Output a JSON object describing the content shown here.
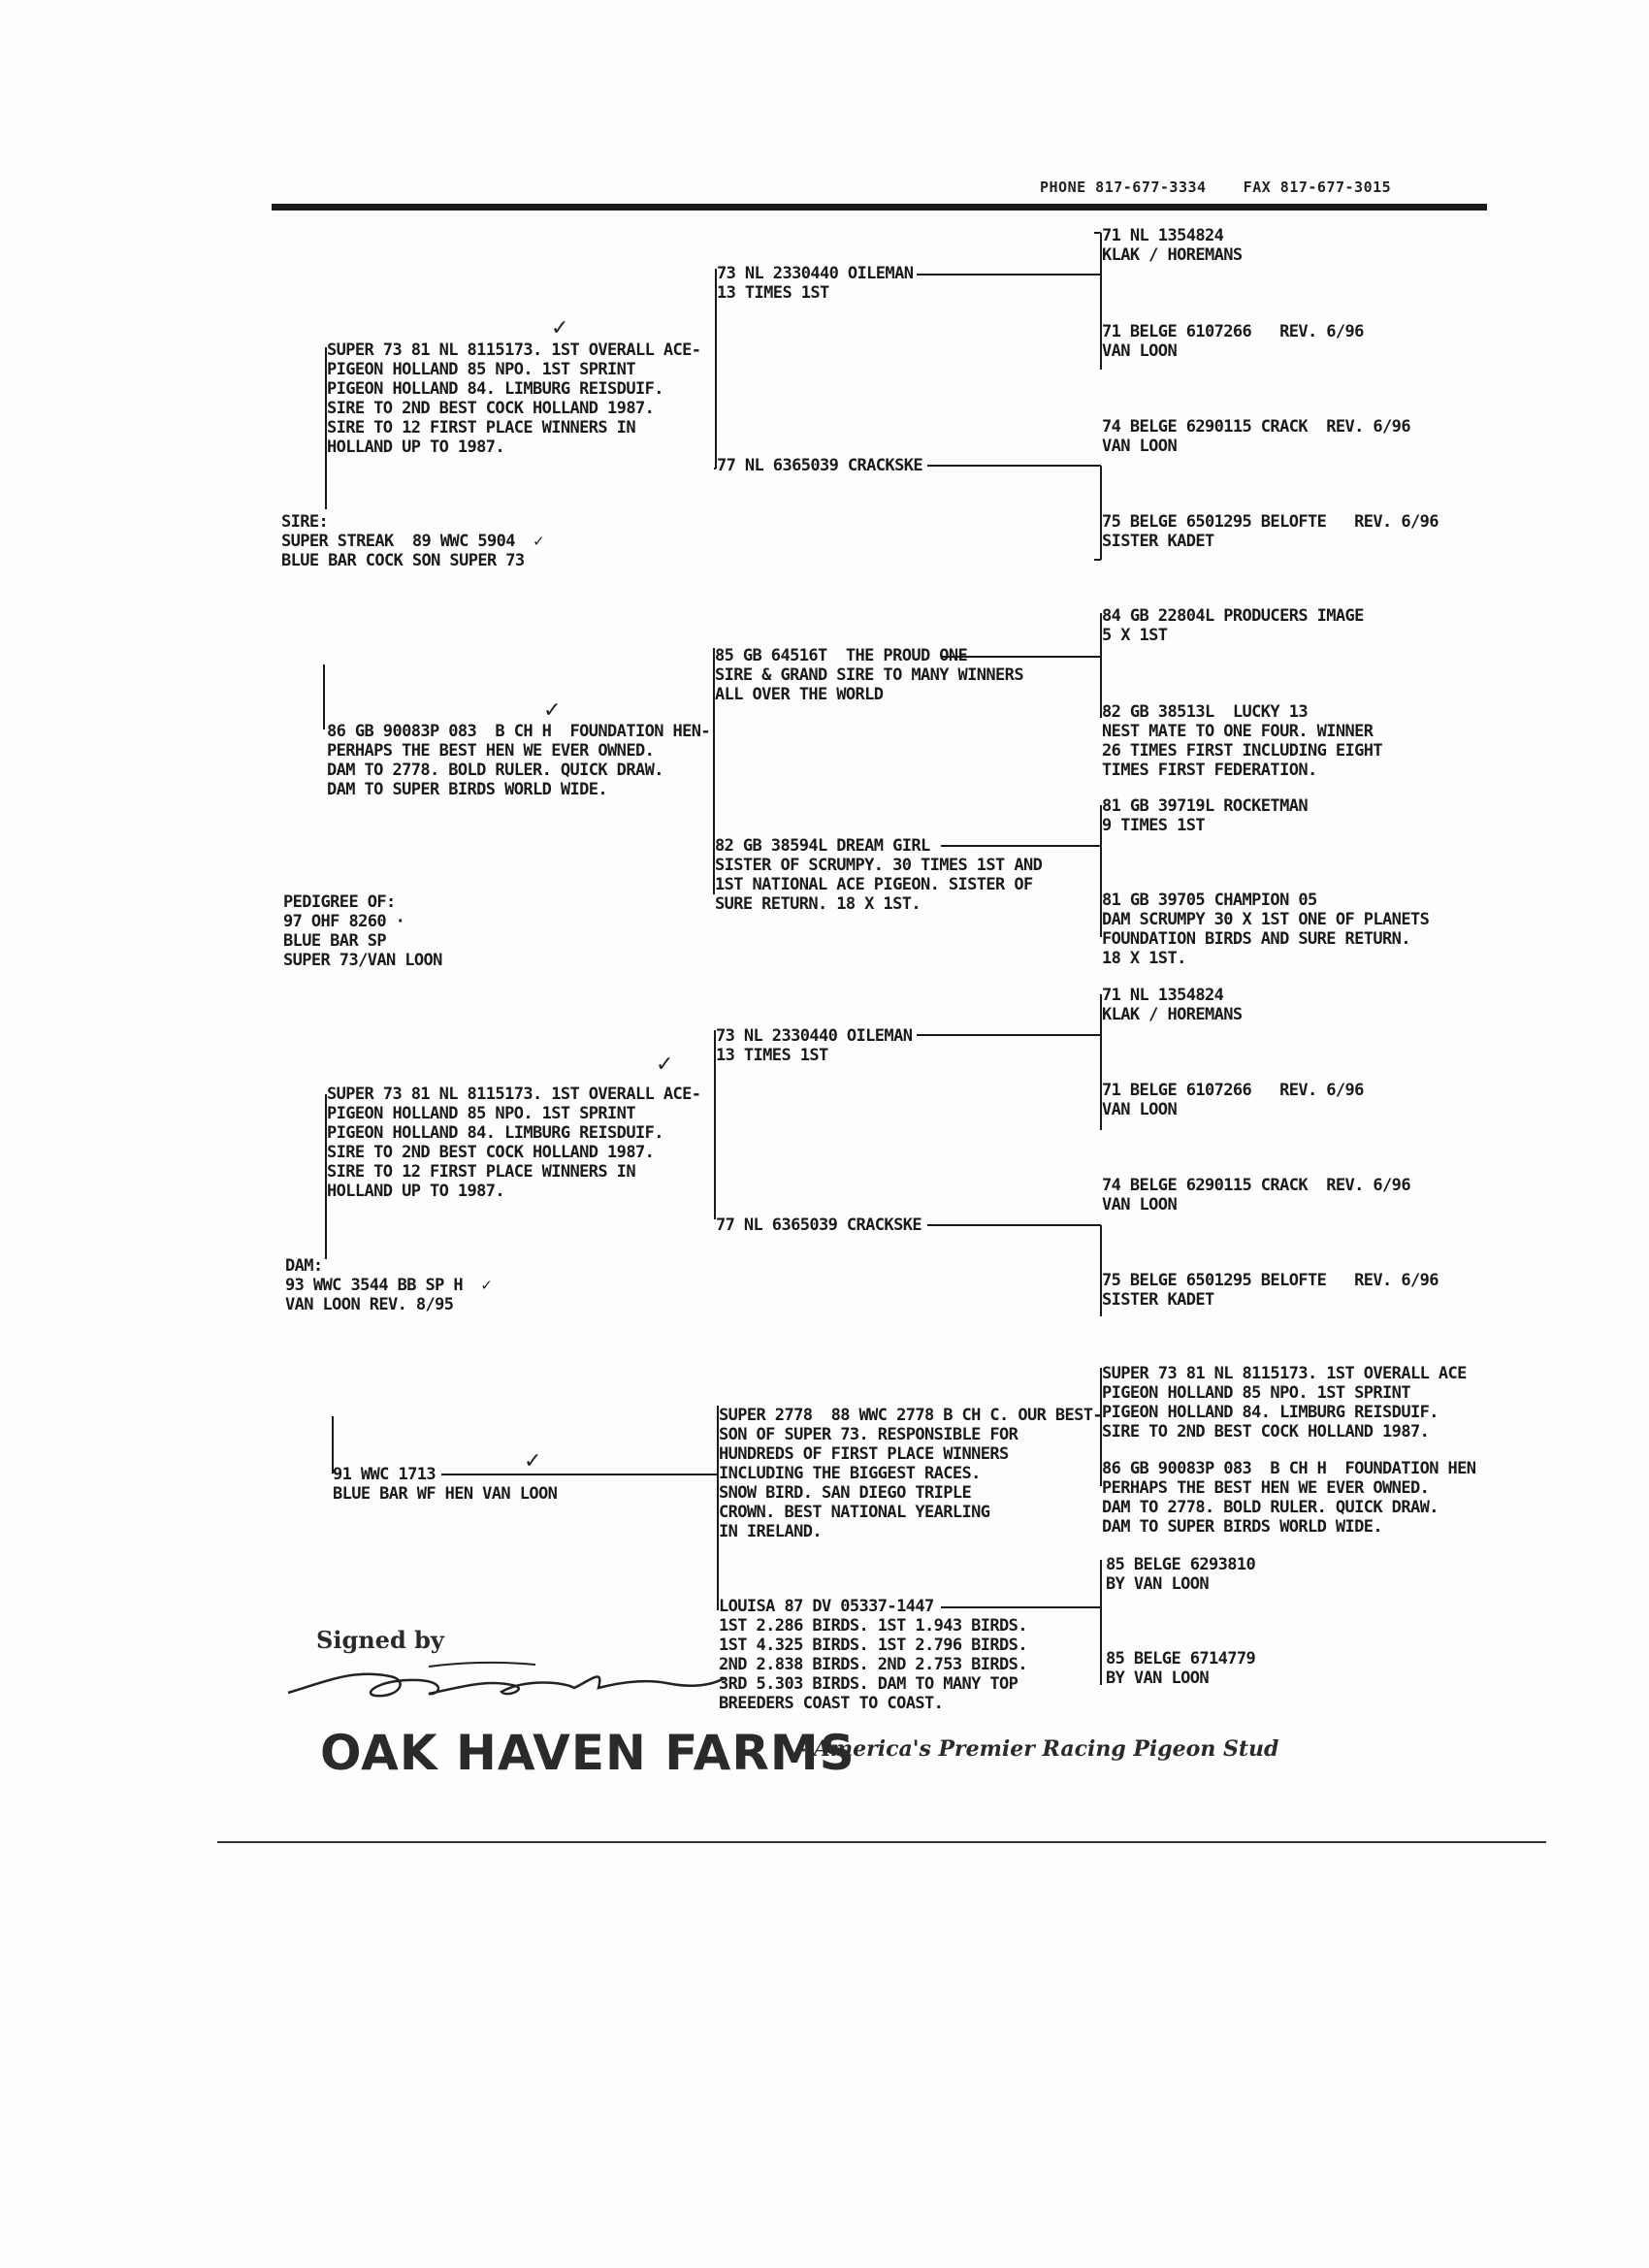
{
  "header": {
    "phone_fax": "PHONE 817-677-3334    FAX 817-677-3015"
  },
  "subject": {
    "label": "PEDIGREE OF:",
    "lines": "97 OHF 8260 ·\nBLUE BAR SP\nSUPER 73/VAN LOON"
  },
  "sire": {
    "label": "SIRE:",
    "lines": "SUPER STREAK  89 WWC 5904  ✓\nBLUE BAR COCK SON SUPER 73"
  },
  "dam": {
    "label": "DAM:",
    "lines": "93 WWC 3544 BB SP H  ✓\nVAN LOON REV. 8/95"
  },
  "sire_sire": "SUPER 73 81 NL 8115173. 1ST OVERALL ACE-\nPIGEON HOLLAND 85 NPO. 1ST SPRINT\nPIGEON HOLLAND 84. LIMBURG REISDUIF.\nSIRE TO 2ND BEST COCK HOLLAND 1987.\nSIRE TO 12 FIRST PLACE WINNERS IN\nHOLLAND UP TO 1987.",
  "sire_dam": "86 GB 90083P 083  B CH H  FOUNDATION HEN-\nPERHAPS THE BEST HEN WE EVER OWNED.\nDAM TO 2778. BOLD RULER. QUICK DRAW.\nDAM TO SUPER BIRDS WORLD WIDE.",
  "dam_sire": "SUPER 73 81 NL 8115173. 1ST OVERALL ACE-\nPIGEON HOLLAND 85 NPO. 1ST SPRINT\nPIGEON HOLLAND 84. LIMBURG REISDUIF.\nSIRE TO 2ND BEST COCK HOLLAND 1987.\nSIRE TO 12 FIRST PLACE WINNERS IN\nHOLLAND UP TO 1987.",
  "dam_dam": "91 WWC 1713\nBLUE BAR WF HEN VAN LOON",
  "gen3": {
    "ss_s": "73 NL 2330440 OILEMAN\n13 TIMES 1ST",
    "ss_d": "77 NL 6365039 CRACKSKE",
    "sd_s": "85 GB 64516T  THE PROUD ONE\nSIRE & GRAND SIRE TO MANY WINNERS\nALL OVER THE WORLD",
    "sd_d": "82 GB 38594L DREAM GIRL\nSISTER OF SCRUMPY. 30 TIMES 1ST AND\n1ST NATIONAL ACE PIGEON. SISTER OF\nSURE RETURN. 18 X 1ST.",
    "ds_s": "73 NL 2330440 OILEMAN\n13 TIMES 1ST",
    "ds_d": "77 NL 6365039 CRACKSKE",
    "dd_s": "SUPER 2778  88 WWC 2778 B CH C. OUR BEST-\nSON OF SUPER 73. RESPONSIBLE FOR\nHUNDREDS OF FIRST PLACE WINNERS\nINCLUDING THE BIGGEST RACES.\nSNOW BIRD. SAN DIEGO TRIPLE\nCROWN. BEST NATIONAL YEARLING\nIN IRELAND.",
    "dd_d": "LOUISA 87 DV 05337-1447\n1ST 2.286 BIRDS. 1ST 1.943 BIRDS.\n1ST 4.325 BIRDS. 1ST 2.796 BIRDS.\n2ND 2.838 BIRDS. 2ND 2.753 BIRDS.\n3RD 5.303 BIRDS. DAM TO MANY TOP\nBREEDERS COAST TO COAST."
  },
  "gen4": {
    "a1": "71 NL 1354824\nKLAK / HOREMANS",
    "a2": "71 BELGE 6107266   REV. 6/96\nVAN LOON",
    "a3": "74 BELGE 6290115 CRACK  REV. 6/96\nVAN LOON",
    "a4": "75 BELGE 6501295 BELOFTE   REV. 6/96\nSISTER KADET",
    "b1": "84 GB 22804L PRODUCERS IMAGE\n5 X 1ST",
    "b2": "82 GB 38513L  LUCKY 13\nNEST MATE TO ONE FOUR. WINNER\n26 TIMES FIRST INCLUDING EIGHT\nTIMES FIRST FEDERATION.",
    "b3": "81 GB 39719L ROCKETMAN\n9 TIMES 1ST",
    "b4": "81 GB 39705 CHAMPION 05\nDAM SCRUMPY 30 X 1ST ONE OF PLANETS\nFOUNDATION BIRDS AND SURE RETURN.\n18 X 1ST.",
    "c1": "71 NL 1354824\nKLAK / HOREMANS",
    "c2": "71 BELGE 6107266   REV. 6/96\nVAN LOON",
    "c3": "74 BELGE 6290115 CRACK  REV. 6/96\nVAN LOON",
    "c4": "75 BELGE 6501295 BELOFTE   REV. 6/96\nSISTER KADET",
    "d1": "SUPER 73 81 NL 8115173. 1ST OVERALL ACE\nPIGEON HOLLAND 85 NPO. 1ST SPRINT\nPIGEON HOLLAND 84. LIMBURG REISDUIF.\nSIRE TO 2ND BEST COCK HOLLAND 1987.",
    "d2": "86 GB 90083P 083  B CH H  FOUNDATION HEN\nPERHAPS THE BEST HEN WE EVER OWNED.\nDAM TO 2778. BOLD RULER. QUICK DRAW.\nDAM TO SUPER BIRDS WORLD WIDE.",
    "d3": "85 BELGE 6293810\nBY VAN LOON",
    "d4": "85 BELGE 6714779\nBY VAN LOON"
  },
  "footer": {
    "signed_by": "Signed by",
    "brand": "OAK HAVEN FARMS",
    "tagline": "- America's Premier Racing Pigeon Stud"
  }
}
